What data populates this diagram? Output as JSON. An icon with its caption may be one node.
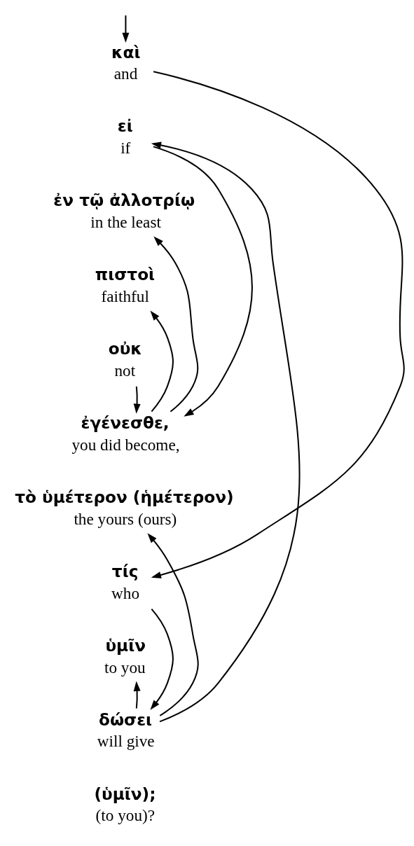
{
  "diagram": {
    "nodes": [
      {
        "text": [
          "καὶ",
          "and"
        ]
      },
      {
        "text": [
          "εἰ",
          "if"
        ]
      },
      {
        "text": [
          "ἐν τῷ ἀλλοτρίῳ",
          "in the least"
        ]
      },
      {
        "text": [
          "πιστοὶ",
          "faithful"
        ]
      },
      {
        "text": [
          "οὐκ",
          "not"
        ]
      },
      {
        "text": [
          "ἐγένεσθε,",
          "you did become,"
        ]
      },
      {
        "text": [
          "τὸ ὑμέτερον (ἡμέτερον)",
          "the yours (ours)"
        ]
      },
      {
        "text": [
          "τίς",
          "who"
        ]
      },
      {
        "text": [
          "ὑμῖν",
          "to you"
        ]
      },
      {
        "text": [
          "δώσει",
          "will give"
        ]
      }
    ],
    "edges": [
      {
        "from": null,
        "to": 0,
        "arrow": "to"
      },
      {
        "from": 0,
        "to": 7,
        "arrow": "to"
      },
      {
        "from": 1,
        "to": 5,
        "arrow": "to"
      },
      {
        "from": 5,
        "to": 2,
        "arrow": "to"
      },
      {
        "from": 5,
        "to": 3,
        "arrow": "to"
      },
      {
        "from": 4,
        "to": 5,
        "arrow": "to"
      },
      {
        "from": 7,
        "to": 9,
        "arrow": "to"
      },
      {
        "from": 9,
        "to": 1,
        "arrow": "to"
      },
      {
        "from": 9,
        "to": 6,
        "arrow": "to"
      },
      {
        "from": 9,
        "to": 8,
        "arrow": "to"
      }
    ],
    "labels": [
      "(ὑμῖν);",
      "(to you)?"
    ]
  }
}
